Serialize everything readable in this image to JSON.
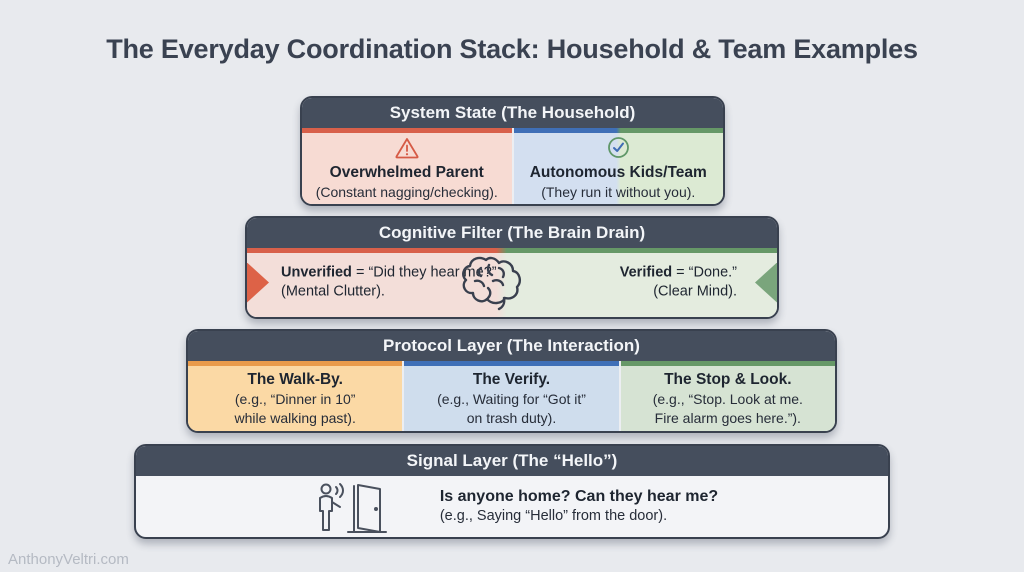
{
  "title": "The Everyday Coordination Stack: Household & Team Examples",
  "watermark": "AnthonyVeltri.com",
  "colors": {
    "background": "#e8eaee",
    "header_bar": "#454e5d",
    "border": "#39414f",
    "red_accent": "#d8604a",
    "blue_accent": "#3f6fb7",
    "green_accent": "#669867",
    "orange_accent": "#e99b4b",
    "pink_fill": "#f7dbd3",
    "blue_fill": "#d3dff0",
    "green_fill": "#dcead3",
    "orange_fill": "#fbd9a5",
    "title_text": "#3a4251",
    "watermark_text": "#b5bac3"
  },
  "layers": [
    {
      "header": "System State (The Household)",
      "cells": [
        {
          "icon": "warning-triangle-icon",
          "title": "Overwhelmed Parent",
          "subtitle": "(Constant nagging/checking)."
        },
        {
          "icon": "check-circle-icon",
          "title": "Autonomous Kids/Team",
          "subtitle": "(They run it without you)."
        }
      ]
    },
    {
      "header": "Cognitive Filter (The Brain Drain)",
      "icon": "brain-icon",
      "left": {
        "bold": "Unverified",
        "rest": " = “Did they hear me?”",
        "line2": "(Mental Clutter)."
      },
      "right": {
        "bold": "Verified",
        "rest": " = “Done.”",
        "line2": "(Clear Mind)."
      }
    },
    {
      "header": "Protocol Layer (The Interaction)",
      "cells": [
        {
          "title": "The Walk-By.",
          "line2": "(e.g., “Dinner in 10”",
          "line3": "while walking past)."
        },
        {
          "title": "The Verify.",
          "line2": "(e.g., Waiting for “Got it”",
          "line3": "on trash duty)."
        },
        {
          "title": "The Stop & Look.",
          "line2": "(e.g., “Stop. Look at me.",
          "line3": "Fire alarm goes here.”)."
        }
      ]
    },
    {
      "header": "Signal Layer (The “Hello”)",
      "icon": "person-at-door-icon",
      "body": {
        "bold": "Is anyone home? Can they hear me?",
        "line2": "(e.g., Saying “Hello” from the door)."
      }
    }
  ]
}
